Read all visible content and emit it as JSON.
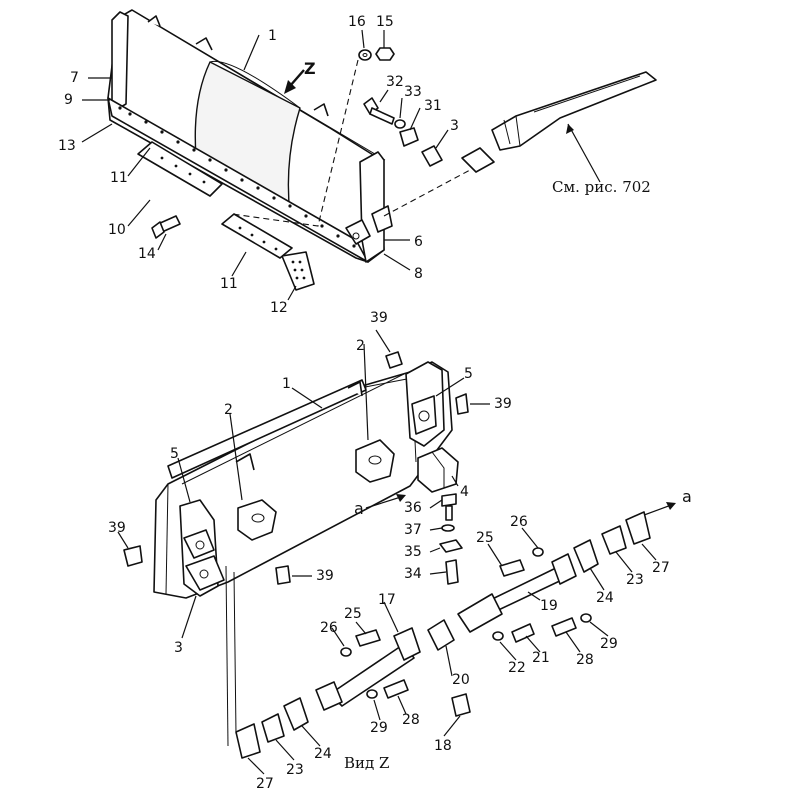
{
  "labels": {
    "top": {
      "l1": "1",
      "l3": "3",
      "l6": "6",
      "l7": "7",
      "l8": "8",
      "l9": "9",
      "l10": "10",
      "l11a": "11",
      "l11b": "11",
      "l12": "12",
      "l13": "13",
      "l14": "14",
      "l15": "15",
      "l16": "16",
      "l31": "31",
      "l32": "32",
      "l33": "33",
      "lz": "Z"
    },
    "bottom": {
      "l1": "1",
      "l2a": "2",
      "l2b": "2",
      "l3": "3",
      "l4": "4",
      "l5a": "5",
      "l5b": "5",
      "l17": "17",
      "l18": "18",
      "l19": "19",
      "l20": "20",
      "l21": "21",
      "l22": "22",
      "l23a": "23",
      "l23b": "23",
      "l24a": "24",
      "l24b": "24",
      "l25a": "25",
      "l25b": "25",
      "l26a": "26",
      "l26b": "26",
      "l27a": "27",
      "l27b": "27",
      "l28a": "28",
      "l28b": "28",
      "l29a": "29",
      "l29b": "29",
      "l34": "34",
      "l35": "35",
      "l36": "36",
      "l37": "37",
      "l39a": "39",
      "l39b": "39",
      "l39c": "39",
      "l39d": "39",
      "la1": "a",
      "la2": "a"
    }
  },
  "captions": {
    "see_fig": "См. рис. 702",
    "view_z": "Вид Z"
  }
}
